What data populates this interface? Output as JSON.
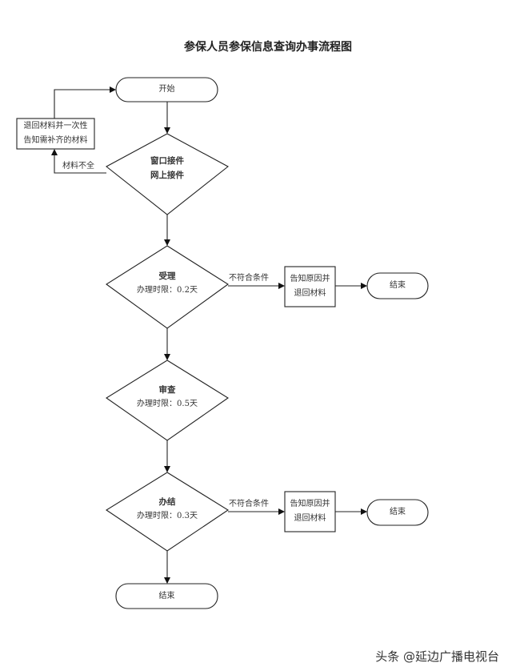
{
  "title": "参保人员参保信息查询办事流程图",
  "nodes": {
    "start": "开始",
    "reject_box": [
      "退回材料并一次性",
      "告知需补齐的材料"
    ],
    "intake": [
      "窗口接件",
      "网上接件"
    ],
    "accept": {
      "name": "受理",
      "time": "办理时限：0.2天"
    },
    "review": {
      "name": "审查",
      "time": "办理时限：0.5天"
    },
    "complete": {
      "name": "办结",
      "time": "办理时限：0.3天"
    },
    "notify_1": [
      "告知原因并",
      "退回材料"
    ],
    "notify_2": [
      "告知原因并",
      "退回材料"
    ],
    "end_1": "结束",
    "end_2": "结束",
    "end_3": "结束"
  },
  "edges": {
    "incomplete": "材料不全",
    "not_meet_1": "不符合条件",
    "not_meet_2": "不符合条件"
  },
  "watermark": "头条 @延边广播电视台"
}
